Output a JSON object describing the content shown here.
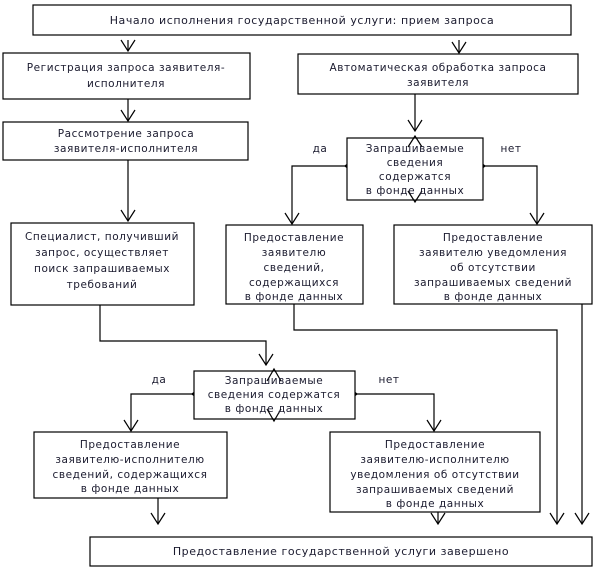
{
  "diagram": {
    "title": "Блок-схема предоставления государственной услуги",
    "language": "ru",
    "colors": {
      "background": "#ffffff",
      "box_stroke": "#000000",
      "text": "#1a1a2e",
      "connector": "#000000"
    }
  },
  "nodes": {
    "start": {
      "type": "process",
      "lines": [
        "Начало исполнения государственной услуги: прием запроса"
      ]
    },
    "registration": {
      "type": "process",
      "lines": [
        "Регистрация запроса заявителя-",
        "исполнителя"
      ]
    },
    "auto_processing": {
      "type": "process",
      "lines": [
        "Автоматическая обработка запроса",
        "заявителя"
      ]
    },
    "review": {
      "type": "process",
      "lines": [
        "Рассмотрение запроса",
        "заявителя-исполнителя"
      ]
    },
    "decision1": {
      "type": "decision",
      "lines": [
        "Запрашиваемые",
        "сведения",
        "содержатся",
        "в фонде данных"
      ],
      "yes_label": "да",
      "no_label": "нет"
    },
    "specialist": {
      "type": "process",
      "lines": [
        "Специалист, получивший",
        "запрос, осуществляет",
        "поиск запрашиваемых",
        "требований"
      ]
    },
    "provide_applicant": {
      "type": "process",
      "lines": [
        "Предоставление",
        "заявителю",
        "сведений,",
        "содержащихся",
        "в фонде данных"
      ]
    },
    "notify_applicant": {
      "type": "process",
      "lines": [
        "Предоставление",
        "заявителю уведомления",
        "об отсутствии",
        "запрашиваемых сведений",
        "в фонде данных"
      ]
    },
    "decision2": {
      "type": "decision",
      "lines": [
        "Запрашиваемые",
        "сведения содержатся",
        "в фонде данных"
      ],
      "yes_label": "да",
      "no_label": "нет"
    },
    "provide_executor": {
      "type": "process",
      "lines": [
        "Предоставление",
        "заявителю-исполнителю",
        "сведений, содержащихся",
        "в фонде данных"
      ]
    },
    "notify_executor": {
      "type": "process",
      "lines": [
        "Предоставление",
        "заявителю-исполнителю",
        "уведомления об отсутствии",
        "запрашиваемых сведений",
        "в фонде данных"
      ]
    },
    "end": {
      "type": "process",
      "lines": [
        "Предоставление государственной услуги завершено"
      ]
    }
  }
}
